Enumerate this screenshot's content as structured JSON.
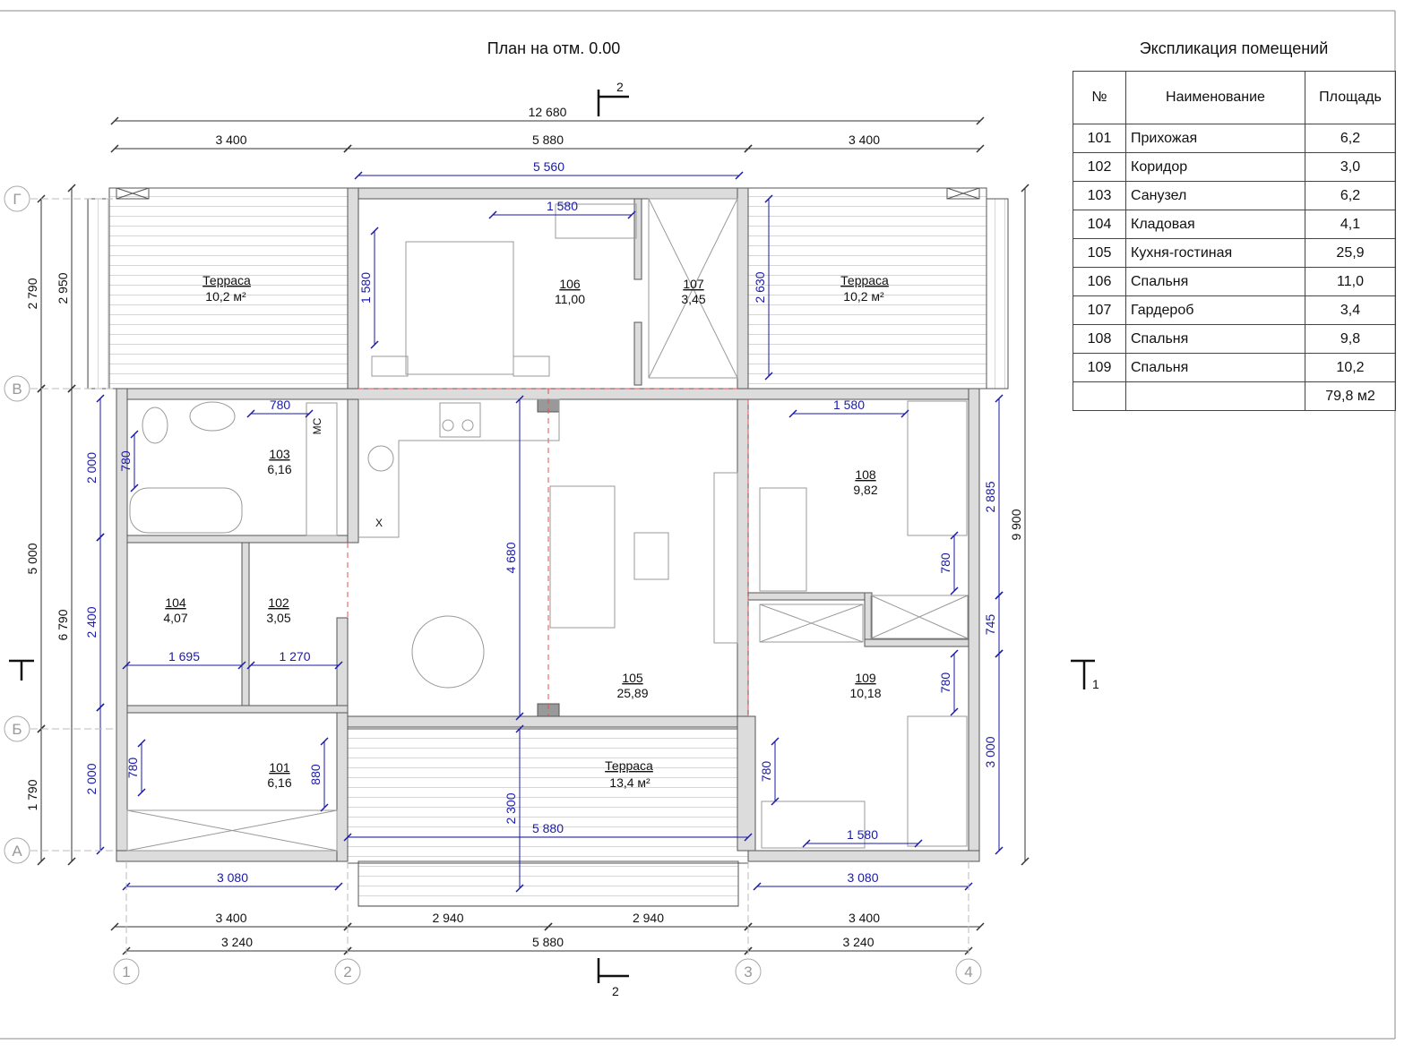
{
  "plan": {
    "title": "План на отм. 0.00",
    "rooms": {
      "terrace_left": {
        "name": "Терраса",
        "area": "10,2 м²"
      },
      "terrace_right": {
        "name": "Терраса",
        "area": "10,2 м²"
      },
      "terrace_bottom": {
        "name": "Терраса",
        "area": "13,4 м²"
      },
      "r101": {
        "num": "101",
        "area": "6,16"
      },
      "r102": {
        "num": "102",
        "area": "3,05"
      },
      "r103": {
        "num": "103",
        "area": "6,16"
      },
      "r104": {
        "num": "104",
        "area": "4,07"
      },
      "r105": {
        "num": "105",
        "area": "25,89"
      },
      "r106": {
        "num": "106",
        "area": "11,00"
      },
      "r107": {
        "num": "107",
        "area": "3,45"
      },
      "r108": {
        "num": "108",
        "area": "9,82"
      },
      "r109": {
        "num": "109",
        "area": "10,18"
      }
    },
    "fixture_labels": {
      "ms": "МС",
      "x": "Х"
    },
    "grid_axes": {
      "x": [
        "1",
        "2",
        "3",
        "4"
      ],
      "y": [
        "Г",
        "В",
        "Б",
        "А"
      ]
    },
    "sections": {
      "s1": "1",
      "s2": "2"
    },
    "dims": {
      "top_total": "12 680",
      "top_a": "3 400",
      "top_b": "5 880",
      "top_c": "3 400",
      "top_inner": "5 560",
      "bot_a": "3 400",
      "bot_b": "2 940",
      "bot_c": "2 940",
      "bot_d": "3 400",
      "bot2_a": "3 240",
      "bot2_b": "5 880",
      "bot2_c": "3 240",
      "bot_blue_l": "3 080",
      "bot_blue_r": "3 080",
      "left_a": "2 790",
      "left_b": "5 000",
      "left_c": "1 790",
      "left2_a": "2 950",
      "left2_b": "6 790",
      "left_blue_a": "2 000",
      "left_blue_b": "2 400",
      "left_blue_c": "2 000",
      "right_total": "9 900",
      "right_blue_a": "2 885",
      "right_blue_b": "745",
      "right_blue_c": "3 000",
      "i106_w": "1 580",
      "i106_h": "1 580",
      "i107_h": "2 630",
      "i103_w": "780",
      "i103_h": "780",
      "i105_h": "4 680",
      "i108_w": "1 580",
      "i108_h": "780",
      "i109_h": "780",
      "i104_w": "1 695",
      "i102_w": "1 270",
      "i101_h": "780",
      "i101_h2": "880",
      "i_terr_h": "2 300",
      "i_terr_w": "5 880",
      "i109_h2": "780",
      "i109_w": "1 580"
    }
  },
  "explication": {
    "title": "Экспликация помещений",
    "headers": [
      "№",
      "Наименование",
      "Площадь"
    ],
    "rows": [
      {
        "num": "101",
        "name": "Прихожая",
        "area": "6,2"
      },
      {
        "num": "102",
        "name": "Коридор",
        "area": "3,0"
      },
      {
        "num": "103",
        "name": "Санузел",
        "area": "6,2"
      },
      {
        "num": "104",
        "name": "Кладовая",
        "area": "4,1"
      },
      {
        "num": "105",
        "name": "Кухня-гостиная",
        "area": "25,9"
      },
      {
        "num": "106",
        "name": "Спальня",
        "area": "11,0"
      },
      {
        "num": "107",
        "name": "Гардероб",
        "area": "3,4"
      },
      {
        "num": "108",
        "name": "Спальня",
        "area": "9,8"
      },
      {
        "num": "109",
        "name": "Спальня",
        "area": "10,2"
      }
    ],
    "total": "79,8 м2"
  },
  "colors": {
    "dimension_blue": "#1a1aa8",
    "wall": "#d9d9d9",
    "zone_line": "#e05050"
  }
}
